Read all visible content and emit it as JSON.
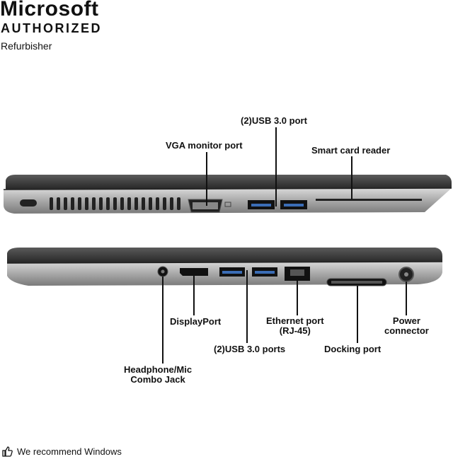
{
  "brand": {
    "line1": "Microsoft",
    "line2": "AUTHORIZED",
    "line3": "Refurbisher"
  },
  "labels": {
    "usb_top": "(2)USB 3.0 port",
    "vga": "VGA monitor port",
    "smartcard": "Smart card reader",
    "displayport": "DisplayPort",
    "ethernet_line1": "Ethernet port",
    "ethernet_line2": "(RJ-45)",
    "power_line1": "Power",
    "power_line2": "connector",
    "usb_bottom": "(2)USB 3.0 ports",
    "docking": "Docking port",
    "headphone_line1": "Headphone/Mic",
    "headphone_line2": "Combo Jack"
  },
  "footer": {
    "text": "We recommend Windows",
    "icon": "thumbs-up-icon"
  },
  "colors": {
    "lid": "#3a3a3a",
    "chassis": "#a9a9a9",
    "port": "#1a1a1a"
  }
}
